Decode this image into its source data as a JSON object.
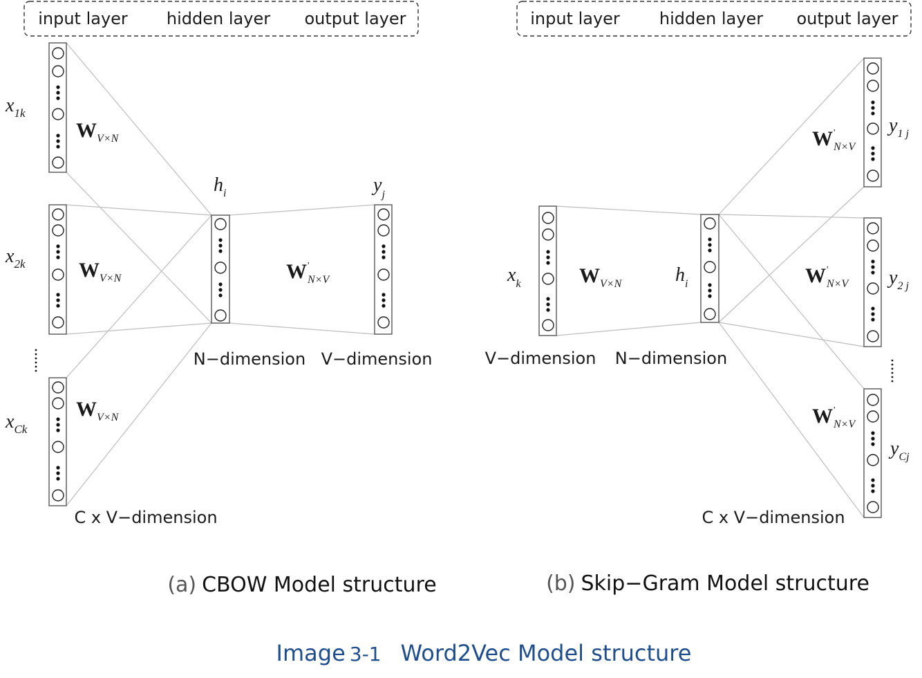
{
  "cbow": {
    "header": {
      "input": "input layer",
      "hidden": "hidden layer",
      "output": "output layer"
    },
    "inputs": [
      {
        "var": "x",
        "sub": "1k",
        "weight": "W",
        "weight_sub": "V×N"
      },
      {
        "var": "x",
        "sub": "2k",
        "weight": "W",
        "weight_sub": "V×N"
      },
      {
        "var": "x",
        "sub": "Ck",
        "weight": "W",
        "weight_sub": "V×N"
      }
    ],
    "hidden": {
      "var": "h",
      "sub": "i"
    },
    "output": {
      "var": "y",
      "sub": "j"
    },
    "output_weight": {
      "w": "W",
      "prime": "'",
      "sub": "N×V"
    },
    "dims": {
      "hidden": "N−dimension",
      "output": "V−dimension",
      "input": "C x V−dimension"
    },
    "caption": {
      "prefix": "(a)",
      "text": "CBOW Model structure"
    }
  },
  "skipgram": {
    "header": {
      "input": "input layer",
      "hidden": "hidden layer",
      "output": "output layer"
    },
    "input": {
      "var": "x",
      "sub": "k",
      "weight": "W",
      "weight_sub": "V×N"
    },
    "hidden": {
      "var": "h",
      "sub": "i"
    },
    "outputs": [
      {
        "var": "y",
        "sub": "1 j",
        "weight": "W",
        "prime": "'",
        "weight_sub": "N×V"
      },
      {
        "var": "y",
        "sub": "2 j",
        "weight": "W",
        "prime": "'",
        "weight_sub": "N×V"
      },
      {
        "var": "y",
        "sub": "Cj",
        "weight": "W",
        "prime": "'",
        "weight_sub": "N×V"
      }
    ],
    "dims": {
      "input": "V−dimension",
      "hidden": "N−dimension",
      "output": "C x V−dimension"
    },
    "caption": {
      "prefix": "(b)",
      "text": "Skip−Gram Model structure"
    }
  },
  "figure_caption": {
    "prefix": "Image",
    "number": "3-1",
    "title": "Word2Vec Model structure"
  }
}
